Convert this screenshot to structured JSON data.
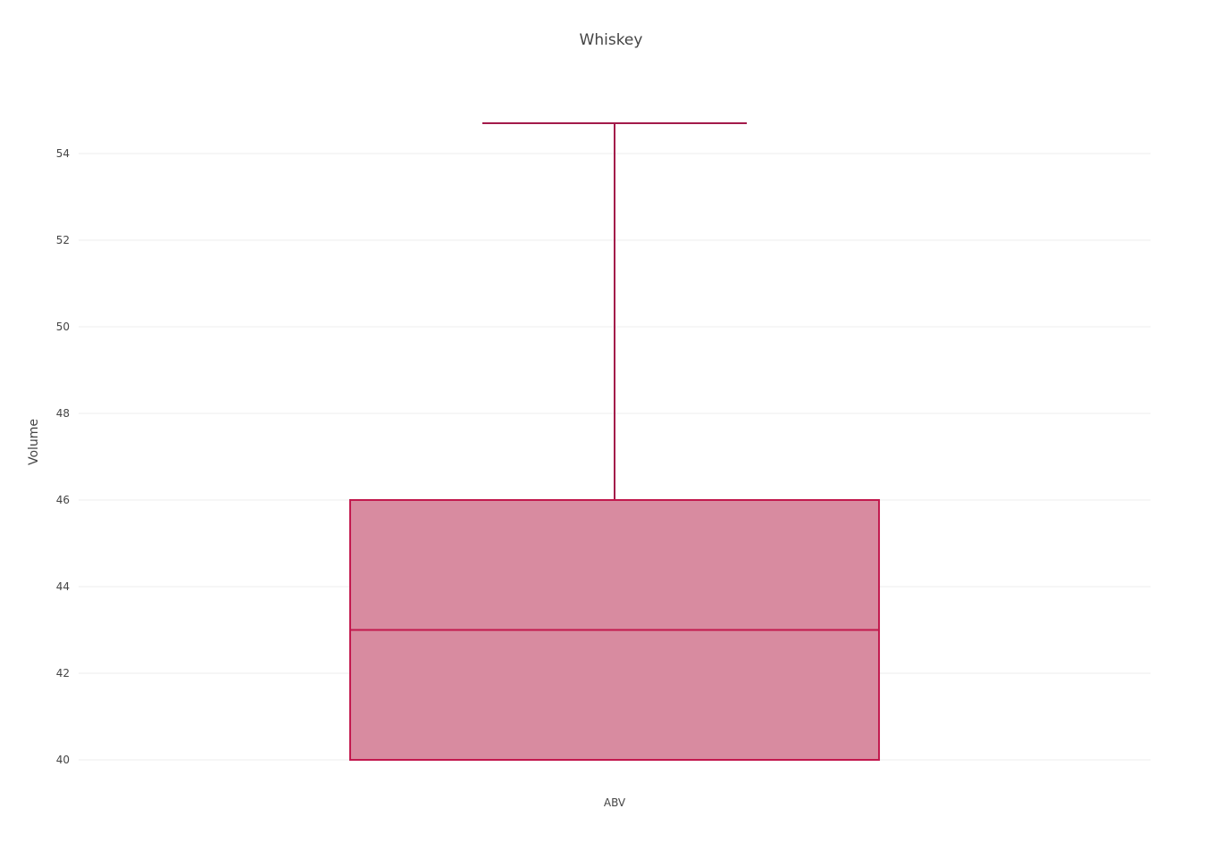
{
  "chart_data": {
    "type": "box",
    "title": "Whiskey",
    "xlabel": "",
    "ylabel": "Volume",
    "categories": [
      "ABV"
    ],
    "series": [
      {
        "category": "ABV",
        "min": 40,
        "q1": 40,
        "median": 43,
        "q3": 46,
        "max": 54.7
      }
    ],
    "yticks": [
      40,
      42,
      44,
      46,
      48,
      50,
      52,
      54
    ],
    "ylim": [
      40,
      55
    ],
    "grid": true,
    "legend": "none",
    "colors": {
      "box_fill": "#d88ba0",
      "box_line": "#c2184d",
      "whisker": "#a31a4a",
      "grid": "#eeeeee",
      "text": "#444444"
    }
  }
}
